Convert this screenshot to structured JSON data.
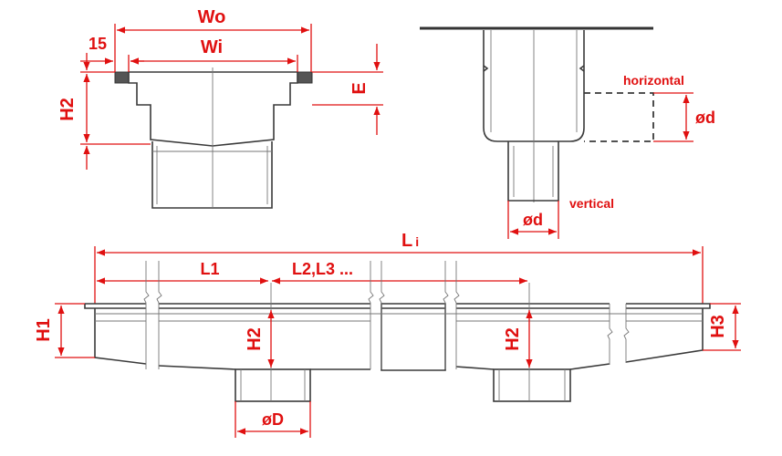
{
  "diagram": {
    "labels": {
      "wo": "Wo",
      "wi": "Wi",
      "flange": "15",
      "h2_top": "H2",
      "e": "E",
      "horizontal": "horizontal",
      "od_side": "ød",
      "vertical": "vertical",
      "od_bottom": "ød",
      "li_main": "L",
      "li_sub": "i",
      "l1": "L1",
      "l2l3": "L2,L3 ...",
      "h1": "H1",
      "h2_left": "H2",
      "h2_right": "H2",
      "h3": "H3",
      "oD": "øD"
    },
    "colors": {
      "dimension": "#e01010",
      "outline": "#3a3a3a",
      "flange_fill": "#555555"
    }
  }
}
